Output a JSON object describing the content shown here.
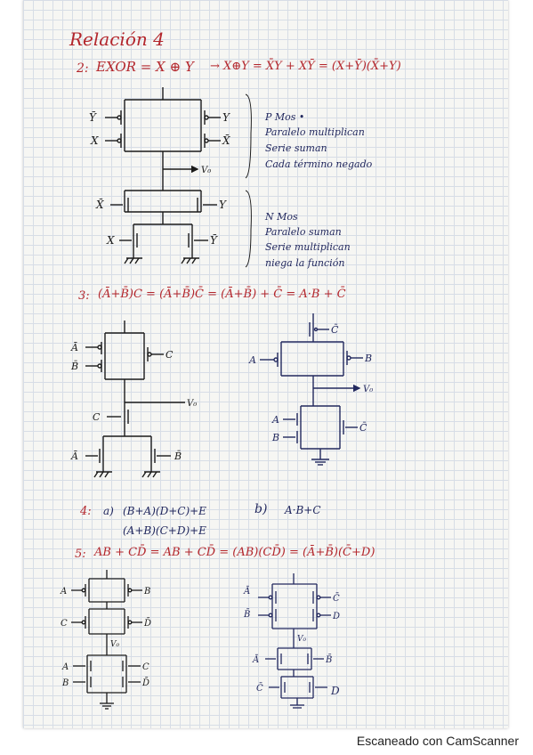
{
  "heading": "Relación 4",
  "ex2": {
    "num": "2:",
    "eq": "EXOR = X ⊕ Y",
    "eq_rest": "→ X⊕Y = X̄Y + XȲ = (X+Ȳ)(X̄+Y)",
    "pmos_notes": [
      "P Mos •",
      "Paralelo multiplican",
      "Serie suman",
      "Cada término negado"
    ],
    "nmos_notes": [
      "N Mos",
      "Paralelo suman",
      "Serie multiplican",
      "niega la función"
    ],
    "labels": {
      "ybar": "Ȳ",
      "y": "Y",
      "x": "X",
      "xbar": "X̄",
      "vo": "V₀"
    }
  },
  "ex3": {
    "num": "3:",
    "eq": "(Ā+B̄)C = (Ā+B̄)C̄ = (Ā+B̄) + C̄ = A·B + C̄",
    "labels": {
      "abar": "Ā",
      "bbar": "B̄",
      "c": "C",
      "cbar": "C̄",
      "a": "A",
      "b": "B",
      "vo": "V₀"
    }
  },
  "ex4": {
    "num": "4:",
    "a_label": "a)",
    "a_line1": "(B+A)(D+C)+E",
    "a_line2": "(A+B)(C+D)+E",
    "b_label": "b)",
    "b_text": "A·B+C"
  },
  "ex5": {
    "num": "5:",
    "eq": "AB + CD̄ = AB + CD̄ = (AB)(CD̄) = (Ā+B̄)(C̄+D)",
    "labels": {
      "a": "A",
      "b": "B",
      "c": "C",
      "dbar": "D̄",
      "abar": "Ā",
      "bbar": "B̄",
      "cbar": "C̄",
      "d": "D",
      "vo": "V₀"
    }
  },
  "footer": "Escaneado con CamScanner",
  "colors": {
    "ink_red": "#b3262c",
    "ink_blue": "#22285e",
    "ink_black": "#1a1a1a"
  }
}
